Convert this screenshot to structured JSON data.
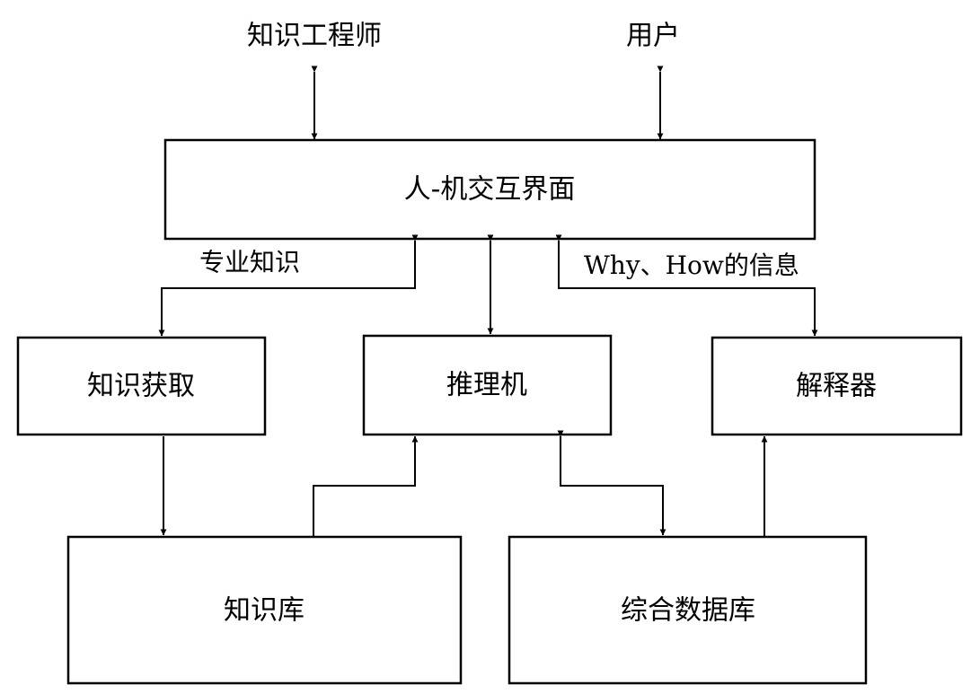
{
  "actors": {
    "engineer": "知识工程师",
    "user": "用户"
  },
  "boxes": {
    "hci": "人-机交互界面",
    "acquisition": "知识获取",
    "inference": "推理机",
    "explainer": "解释器",
    "knowledge_base": "知识库",
    "database": "综合数据库"
  },
  "edge_labels": {
    "domain_knowledge": "专业知识",
    "why_how_prefix": "Why、How",
    "why_how_suffix": "的信息"
  }
}
